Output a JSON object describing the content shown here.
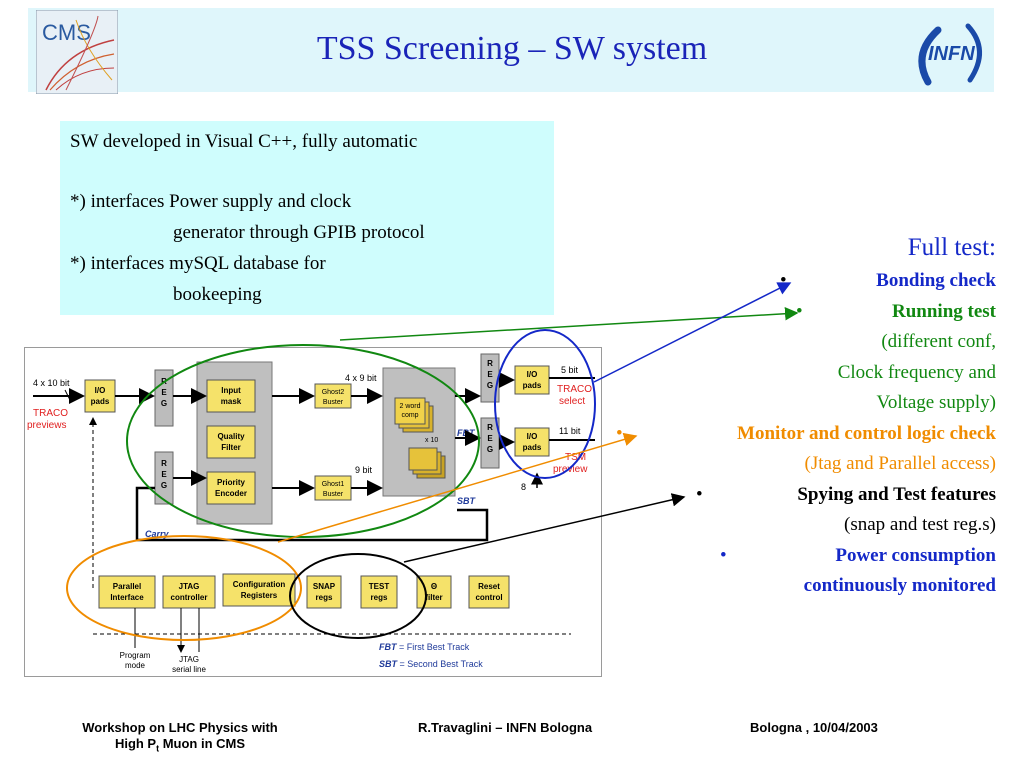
{
  "header": {
    "title": "TSS Screening – SW system",
    "left_logo_text": "CMS",
    "right_logo_text": "INFN"
  },
  "info_box": {
    "line1": "SW developed in Visual C++, fully automatic",
    "line2": "*) interfaces Power supply and clock",
    "line3": "generator through GPIB protocol",
    "line4": "*) interfaces mySQL database for",
    "line5": "bookeeping"
  },
  "full_test": {
    "title": "Full test:",
    "bonding": "Bonding check",
    "running": "Running test",
    "running_detail1": "(different conf,",
    "running_detail2": "Clock frequency and",
    "running_detail3": "Voltage supply)",
    "monitor": "Monitor and control logic check",
    "monitor_detail": "(Jtag and Parallel access)",
    "spying": "Spying and Test features",
    "spying_detail": "(snap and test reg.s)",
    "power1": "Power consumption",
    "power2": "continuously monitored",
    "bullet": "•"
  },
  "colors": {
    "title_blue": "#1a24b8",
    "bonding_blue": "#1428c8",
    "running_green": "#118811",
    "monitor_orange": "#f08c00",
    "spying_black": "#000000",
    "power_blue": "#1428c8",
    "box_yellow": "#f5e26a",
    "info_bg": "#cffdfd"
  },
  "diagram": {
    "in_bits": "4 x 10 bit",
    "traco_prev": [
      "TRACO",
      "previews"
    ],
    "io_pads": [
      "I/O",
      "pads"
    ],
    "reg": [
      "R",
      "E",
      "G"
    ],
    "input_mask": [
      "Input",
      "mask"
    ],
    "quality_filter": [
      "Quality",
      "Filter"
    ],
    "priority_encoder": [
      "Priority",
      "Encoder"
    ],
    "ghost2": [
      "Ghost2",
      "Buster"
    ],
    "ghost1": [
      "Ghost1",
      "Buster"
    ],
    "bits_4x9": "4 x 9 bit",
    "bits_9": "9 bit",
    "word_comp": [
      "2 word",
      "comp"
    ],
    "x10": "x 10",
    "fbt": "FBT",
    "sbt": "SBT",
    "bits_5": "5 bit",
    "bits_11": "11 bit",
    "eight": "8",
    "traco_select": [
      "TRACO",
      "select"
    ],
    "tsm_preview": [
      "TSM",
      "preview"
    ],
    "carry": "Carry",
    "parallel_interface": [
      "Parallel",
      "Interface"
    ],
    "jtag_controller": [
      "JTAG",
      "controller"
    ],
    "config_registers": [
      "Configuration",
      "Registers"
    ],
    "snap_regs": [
      "SNAP",
      "regs"
    ],
    "test_regs": [
      "TEST",
      "regs"
    ],
    "theta_filter": [
      "Θ",
      "filter"
    ],
    "reset_control": [
      "Reset",
      "control"
    ],
    "program_mode": [
      "Program",
      "mode"
    ],
    "jtag_serial": [
      "JTAG",
      "serial line"
    ],
    "fbt_legend_key": "FBT",
    "fbt_legend": " = First Best Track",
    "sbt_legend_key": "SBT",
    "sbt_legend": " = Second Best Track"
  },
  "footer": {
    "left1": "Workshop on LHC Physics with",
    "left2_pre": "High P",
    "left2_sub": "t",
    "left2_post": " Muon in CMS",
    "center": "R.Travaglini – INFN Bologna",
    "right": "Bologna , 10/04/2003"
  }
}
